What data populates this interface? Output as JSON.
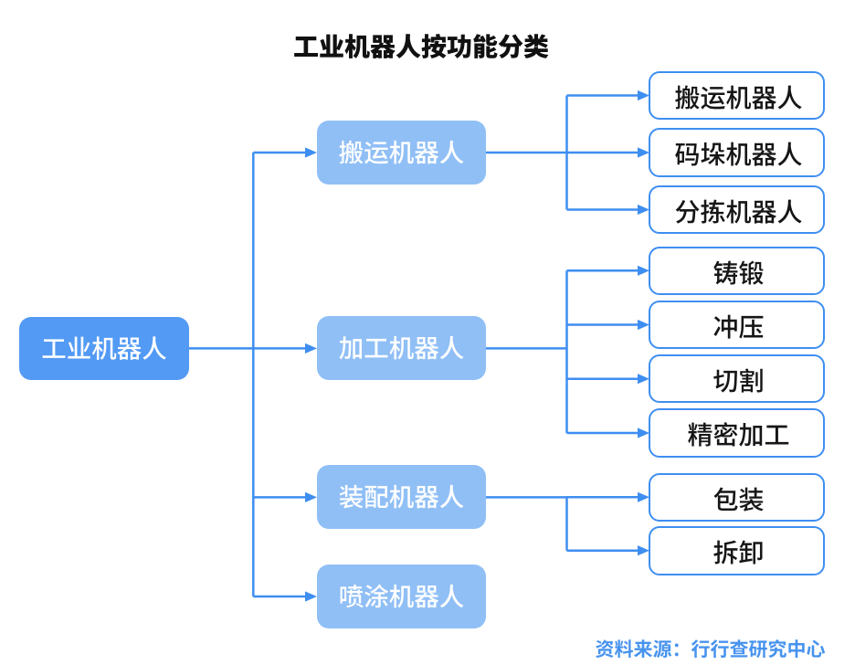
{
  "title": "工业机器人按功能分类",
  "source_note": "资料来源：行行查研究中心",
  "colors": {
    "background": "#ffffff",
    "root_fill": "#529af4",
    "branch_fill": "#90bff6",
    "leaf_border": "#3e8ef1",
    "leaf_fill": "#ffffff",
    "connector": "#3e8ef1",
    "title_text": "#111111",
    "node_text": "#ffffff",
    "leaf_text": "#161616",
    "source_text": "#4793ef"
  },
  "tree": {
    "root": {
      "label": "工业机器人"
    },
    "branches": [
      {
        "label": "搬运机器人",
        "children": [
          "搬运机器人",
          "码垛机器人",
          "分拣机器人"
        ]
      },
      {
        "label": "加工机器人",
        "children": [
          "铸锻",
          "冲压",
          "切割",
          "精密加工"
        ]
      },
      {
        "label": "装配机器人",
        "children": [
          "包装",
          "拆卸"
        ]
      },
      {
        "label": "喷涂机器人",
        "children": []
      }
    ]
  }
}
